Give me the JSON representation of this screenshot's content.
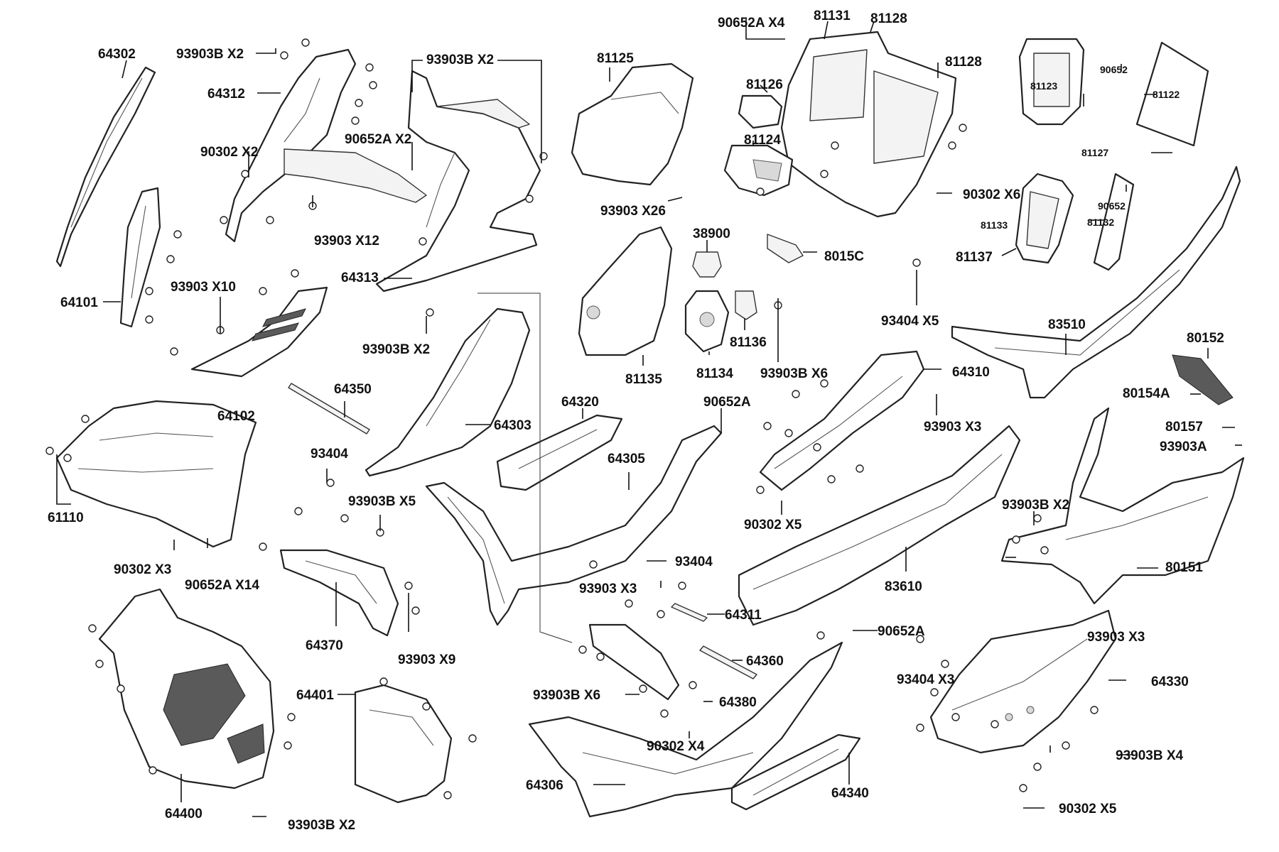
{
  "labels": {
    "l01": "64302",
    "l02": "93903B  X2",
    "l03": "64312",
    "l04": "93903B  X2",
    "l05": "90652A  X2",
    "l06": "90302  X2",
    "l07": "93903  X12",
    "l08": "64313",
    "l09": "64101",
    "l10": "93903  X10",
    "l11": "64102",
    "l12": "93903B  X2",
    "l13": "64350",
    "l14": "64303",
    "l15": "61110",
    "l16": "93404",
    "l17": "93903B  X5",
    "l18": "90302  X3",
    "l19": "90652A  X14",
    "l20": "64370",
    "l21": "93903  X9",
    "l22": "64401",
    "l23": "64400",
    "l24": "93903B  X2",
    "l25": "81125",
    "l26": "93903  X26",
    "l27": "90652A  X4",
    "l28": "81131",
    "l29": "81128",
    "l30": "81128",
    "l31": "81126",
    "l32": "81124",
    "l33": "38900",
    "l34": "8015C",
    "l35": "81135",
    "l36": "81134",
    "l37": "81136",
    "l38": "93903B  X6",
    "l39": "93404  X5",
    "l40": "64320",
    "l41": "64305",
    "l42": "90652A",
    "l43": "64310",
    "l44": "93903  X3",
    "l45": "90302  X5",
    "l46": "93404",
    "l47": "93903  X3",
    "l48": "64311",
    "l49": "64360",
    "l50": "93903B  X6",
    "l51": "64380",
    "l52": "90302  X4",
    "l53": "64306",
    "l54": "64340",
    "l55": "83610",
    "l56": "90652A",
    "l57": "81123",
    "l58": "90652",
    "l59": "81122",
    "l60": "81127",
    "l61": "90302  X6",
    "l62": "90652",
    "l63": "81133",
    "l64": "81132",
    "l65": "81137",
    "l66": "83510",
    "l67": "80152",
    "l68": "80154A",
    "l69": "80157",
    "l70": "93903A",
    "l71": "93903B  X2",
    "l72": "80151",
    "l73": "93903  X3",
    "l74": "93404  X3",
    "l75": "64330",
    "l76": "93903B  X4",
    "l77": "90302  X5"
  }
}
